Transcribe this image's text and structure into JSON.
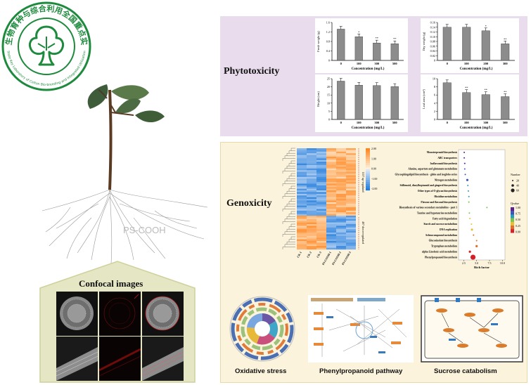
{
  "logo": {
    "cn_text": "棉花生物育种与综合利用全国重点实验室",
    "en_text": "State Key Laboratory of Cotton Bio-breeding and Integrated Utilization"
  },
  "plant": {
    "label": "PS-COOH"
  },
  "confocal": {
    "title": "Confocal images"
  },
  "phytotoxicity": {
    "title": "Phytotoxicity",
    "charts": [
      {
        "ylabel": "Fresh weight (g)",
        "xlabel": "Concentration (mg/L)",
        "categories": [
          "0",
          "100",
          "300",
          "500"
        ],
        "values": [
          1.65,
          1.25,
          0.92,
          0.88
        ],
        "yticks": [
          "0",
          "0.4",
          "0.8",
          "1.2",
          "1.6"
        ],
        "ymax": 2.0,
        "sig": [
          "",
          "*",
          "**",
          "**"
        ]
      },
      {
        "ylabel": "Dry weight (g)",
        "xlabel": "Concentration (mg/L)",
        "categories": [
          "0",
          "100",
          "200",
          "300"
        ],
        "values": [
          0.14,
          0.14,
          0.125,
          0.07
        ],
        "yticks": [
          "0",
          "0.02",
          "0.04",
          "0.06",
          "0.08",
          "0.10",
          "0.12",
          "0.14",
          "0.16"
        ],
        "ymax": 0.16,
        "sig": [
          "",
          "",
          "*",
          "**"
        ]
      },
      {
        "ylabel": "Height (cm)",
        "xlabel": "Concentration (mg/L)",
        "categories": [
          "0",
          "100",
          "300",
          "500"
        ],
        "values": [
          23.5,
          21,
          20.8,
          20.2
        ],
        "yticks": [
          "0",
          "5",
          "10",
          "15",
          "20",
          "25"
        ],
        "ymax": 25,
        "sig": [
          "",
          "",
          "",
          ""
        ]
      },
      {
        "ylabel": "Leaf area (cm²)",
        "xlabel": "Concentration (mg/L)",
        "categories": [
          "0",
          "100",
          "300",
          "500"
        ],
        "values": [
          9,
          6.6,
          6.1,
          5.6
        ],
        "yticks": [
          "0",
          "2",
          "4",
          "6",
          "8",
          "10"
        ],
        "ymax": 10,
        "sig": [
          "",
          "**",
          "**",
          "**"
        ]
      }
    ]
  },
  "genoxicity": {
    "title": "Genoxicity",
    "heatmap": {
      "colorbar": [
        "2.00",
        "1.00",
        "0.00",
        "-1.00",
        "-2.00"
      ],
      "columns": [
        "CK-1",
        "CK-2",
        "CK-3",
        "PS-COOH-1",
        "PS-COOH-2",
        "PS-COOH-3"
      ],
      "up_label": "1157 up-regulated",
      "down_label": "407 down-regulated"
    },
    "pathways": {
      "terms": [
        "Monoterpenoid biosynthesis",
        "ABC transporters",
        "Isoflavonoid biosynthesis",
        "Alanine, aspartate and glutamate metabolism",
        "Glycosphingolipid biosynthesis - globo and isoglobo series",
        "Nitrogen metabolism",
        "Stilbenoid, diarylheptanoid and gingerol biosynthesis",
        "Other types of O-glycan biosynthesis",
        "Histidine metabolism",
        "Flavone and flavonol biosynthesis",
        "Biosynthesis of various secondary metabolites - part 1",
        "Taurine and hypotaurine metabolism",
        "Fatty acid degradation",
        "Starch and sucrose metabolism",
        "DNA replication",
        "Selenocompound metabolism",
        "Glucosinolate biosynthesis",
        "Tryptophan metabolism",
        "alpha-Linolenic acid metabolism",
        "Phenylpropanoid biosynthesis"
      ],
      "rich_factor": [
        2.6,
        2.6,
        2.7,
        2.7,
        2.8,
        3.2,
        3.3,
        3.4,
        3.5,
        3.5,
        7.0,
        3.6,
        3.7,
        4.0,
        4.1,
        4.4,
        5.0,
        5.0,
        3.7,
        4.3
      ],
      "size": [
        1,
        1,
        1,
        1,
        1,
        2,
        1,
        1,
        1,
        1,
        1,
        1,
        1,
        1,
        2,
        1,
        1,
        2,
        2,
        3
      ],
      "xticks": [
        "2.5",
        "5.0",
        "7.5",
        "10.0"
      ],
      "xlabel": "Rich factor",
      "legend_number_title": "Number",
      "legend_number_values": [
        "20",
        "40",
        "60"
      ],
      "legend_q_title": "Qvalue",
      "legend_q_values": [
        "1.00",
        "0.75",
        "0.50",
        "0.25",
        "0.00"
      ]
    },
    "bottom_captions": [
      "Oxidative stress",
      "Phenylpropanoid pathway",
      "Sucrose catabolism"
    ]
  }
}
